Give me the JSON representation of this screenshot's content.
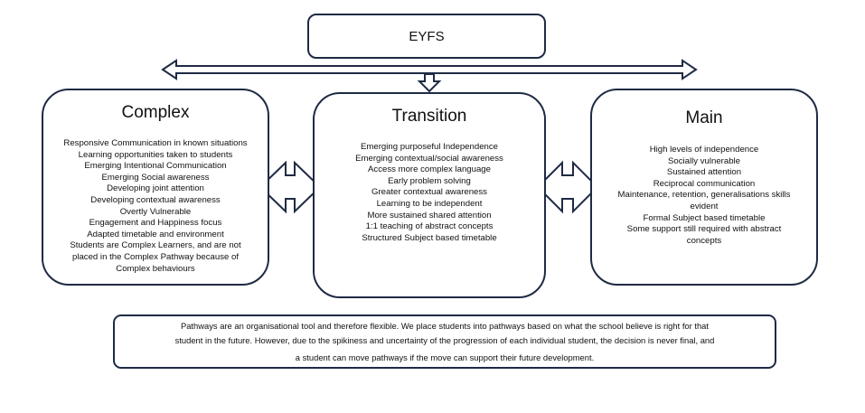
{
  "top": {
    "label": "EYFS"
  },
  "pathways": [
    {
      "title": "Complex",
      "items": [
        "Responsive Communication in known situations",
        "Learning opportunities taken to students",
        "Emerging Intentional Communication",
        "Emerging Social awareness",
        "Developing joint attention",
        "Developing contextual awareness",
        "Overtly Vulnerable",
        "Engagement and Happiness focus",
        "Adapted timetable and environment",
        "Students are Complex Learners, and are not",
        "placed in the Complex Pathway because of",
        "Complex behaviours"
      ]
    },
    {
      "title": "Transition",
      "items": [
        "Emerging purposeful Independence",
        "Emerging contextual/social awareness",
        "Access more complex language",
        "Early problem solving",
        "Greater contextual awareness",
        "Learning to be independent",
        "More sustained shared attention",
        "1:1 teaching of abstract concepts",
        "Structured Subject based timetable"
      ]
    },
    {
      "title": "Main",
      "items": [
        "High levels of independence",
        "Socially vulnerable",
        "Sustained attention",
        "Reciprocal communication",
        "Maintenance, retention, generalisations skills",
        "evident",
        "Formal Subject based timetable",
        "Some support still required with abstract",
        "concepts"
      ]
    }
  ],
  "note": {
    "lines": [
      "Pathways are an organisational tool and therefore flexible. We place students into pathways based on what the school believe is right for that",
      "student in the future. However, due to the spikiness and uncertainty of the progression of each individual student, the decision is never final, and",
      "a student can move pathways if the move can support their future development."
    ]
  },
  "colors": {
    "outline": "#1f2a44"
  }
}
